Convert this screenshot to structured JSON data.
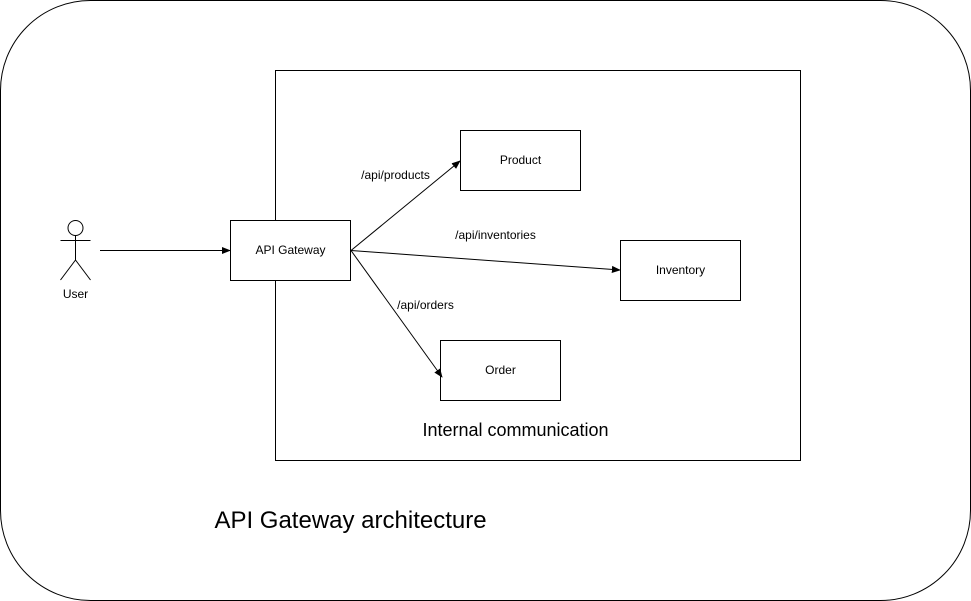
{
  "diagram": {
    "title": "API Gateway architecture",
    "container_label": "Internal communication",
    "user_label": "User",
    "gateway_label": "API Gateway",
    "services": {
      "product": "Product",
      "inventory": "Inventory",
      "order": "Order"
    },
    "routes": {
      "products": "/api/products",
      "inventories": "/api/inventories",
      "orders": "/api/orders"
    }
  },
  "colors": {
    "stroke": "#000000",
    "fill": "#ffffff"
  }
}
